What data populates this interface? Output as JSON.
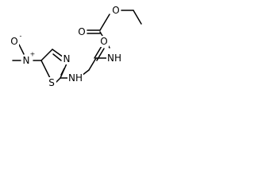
{
  "molecule": {
    "atoms": {
      "carbonyl_o": "O",
      "ester_o": "O",
      "amide_o": "O",
      "carbamate_nh": "NH",
      "amine_nh": "NH",
      "ring_n": "N",
      "ring_s": "S",
      "nitro_n": "N",
      "nitro_o": "O",
      "nitro_n_charge": "+",
      "nitro_o_charge": "-"
    }
  }
}
